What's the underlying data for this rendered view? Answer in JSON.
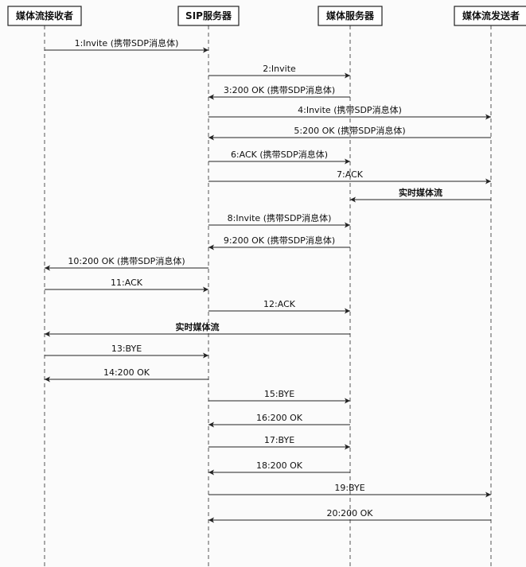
{
  "actors": [
    {
      "id": "receiver",
      "label": "媒体流接收者"
    },
    {
      "id": "sip",
      "label": "SIP服务器"
    },
    {
      "id": "media",
      "label": "媒体服务器"
    },
    {
      "id": "sender",
      "label": "媒体流发送者"
    }
  ],
  "messages": [
    {
      "label": "1:Invite (携带SDP消息体)",
      "from": "receiver",
      "to": "sip"
    },
    {
      "label": "2:Invite",
      "from": "sip",
      "to": "media"
    },
    {
      "label": "3:200 OK (携带SDP消息体)",
      "from": "media",
      "to": "sip"
    },
    {
      "label": "4:Invite (携带SDP消息体)",
      "from": "sip",
      "to": "sender"
    },
    {
      "label": "5:200 OK (携带SDP消息体)",
      "from": "sender",
      "to": "sip"
    },
    {
      "label": "6:ACK (携带SDP消息体)",
      "from": "sip",
      "to": "media"
    },
    {
      "label": "7:ACK",
      "from": "sip",
      "to": "sender"
    },
    {
      "label": "实时媒体流",
      "from": "sender",
      "to": "media",
      "stream": true
    },
    {
      "label": "8:Invite (携带SDP消息体)",
      "from": "sip",
      "to": "media"
    },
    {
      "label": "9:200 OK (携带SDP消息体)",
      "from": "media",
      "to": "sip"
    },
    {
      "label": "10:200 OK (携带SDP消息体)",
      "from": "sip",
      "to": "receiver"
    },
    {
      "label": "11:ACK",
      "from": "receiver",
      "to": "sip"
    },
    {
      "label": "12:ACK",
      "from": "sip",
      "to": "media"
    },
    {
      "label": "实时媒体流",
      "from": "media",
      "to": "receiver",
      "stream": true
    },
    {
      "label": "13:BYE",
      "from": "receiver",
      "to": "sip"
    },
    {
      "label": "14:200 OK",
      "from": "sip",
      "to": "receiver"
    },
    {
      "label": "15:BYE",
      "from": "sip",
      "to": "media"
    },
    {
      "label": "16:200 OK",
      "from": "media",
      "to": "sip"
    },
    {
      "label": "17:BYE",
      "from": "sip",
      "to": "media"
    },
    {
      "label": "18:200 OK",
      "from": "media",
      "to": "sip"
    },
    {
      "label": "19:BYE",
      "from": "sip",
      "to": "sender"
    },
    {
      "label": "20:200 OK",
      "from": "sender",
      "to": "sip"
    }
  ],
  "colors": {
    "line": "#222222",
    "lifeline": "#555555",
    "text": "#111111",
    "background": "#fbfbfb"
  }
}
